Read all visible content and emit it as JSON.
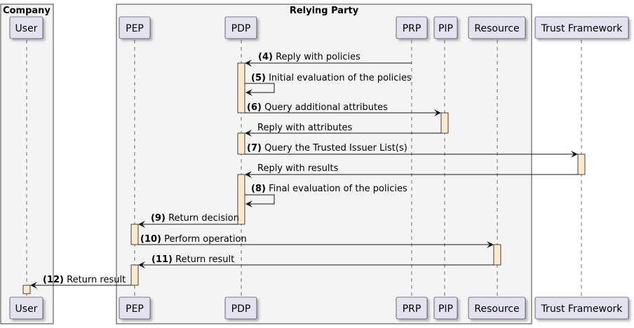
{
  "boxes": [
    {
      "id": "company",
      "title": "Company"
    },
    {
      "id": "relying_party",
      "title": "Relying Party"
    }
  ],
  "participants": [
    {
      "id": "user",
      "label": "User"
    },
    {
      "id": "pep",
      "label": "PEP"
    },
    {
      "id": "pdp",
      "label": "PDP"
    },
    {
      "id": "prp",
      "label": "PRP"
    },
    {
      "id": "pip",
      "label": "PIP"
    },
    {
      "id": "resource",
      "label": "Resource"
    },
    {
      "id": "tf",
      "label": "Trust Framework"
    }
  ],
  "messages": [
    {
      "num": "(4)",
      "text": "Reply with policies",
      "from": "prp",
      "to": "pdp"
    },
    {
      "num": "(5)",
      "text": "Initial evaluation of the policies",
      "from": "pdp",
      "to": "pdp"
    },
    {
      "num": "(6)",
      "text": "Query additional attributes",
      "from": "pdp",
      "to": "pip"
    },
    {
      "num": "",
      "text": "Reply with attributes",
      "from": "pip",
      "to": "pdp"
    },
    {
      "num": "(7)",
      "text": "Query the Trusted Issuer List(s)",
      "from": "pdp",
      "to": "tf"
    },
    {
      "num": "",
      "text": "Reply with results",
      "from": "tf",
      "to": "pdp"
    },
    {
      "num": "(8)",
      "text": "Final evaluation of the policies",
      "from": "pdp",
      "to": "pdp"
    },
    {
      "num": "(9)",
      "text": "Return decision",
      "from": "pdp",
      "to": "pep"
    },
    {
      "num": "(10)",
      "text": "Perform operation",
      "from": "pep",
      "to": "resource"
    },
    {
      "num": "(11)",
      "text": "Return result",
      "from": "resource",
      "to": "pep"
    },
    {
      "num": "(12)",
      "text": "Return result",
      "from": "pep",
      "to": "user"
    }
  ],
  "colors": {
    "participant_fill": "#E2E2F0",
    "participant_border": "#181818",
    "activation_fill": "#FFE8CC",
    "box_fill": "#F4F4F4",
    "line": "#181818"
  }
}
